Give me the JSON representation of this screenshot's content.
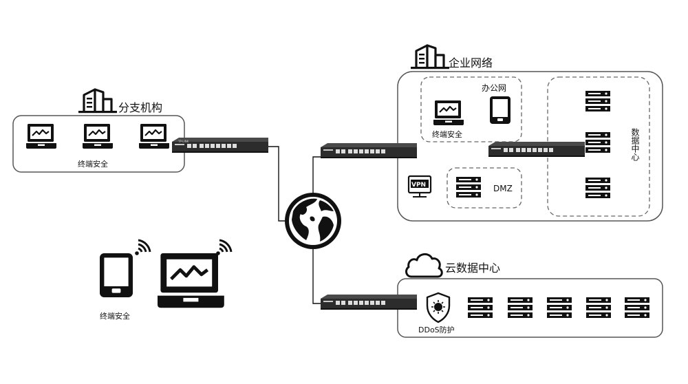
{
  "branch": {
    "title": "分支机构",
    "endpoint_label": "终端安全"
  },
  "enterprise": {
    "title": "企业网络",
    "office_label": "办公网",
    "endpoint_label": "终端安全",
    "vpn_label": "VPN",
    "dmz_label": "DMZ",
    "datacenter_label": "数据中心"
  },
  "cloud": {
    "title": "云数据中心",
    "ddos_label": "DDoS防护"
  },
  "mobile": {
    "endpoint_label": "终端安全"
  },
  "router": {
    "brand": "TP-LINK"
  },
  "icons": {
    "building": "building-icon",
    "laptop": "laptop-icon",
    "tablet": "tablet-icon",
    "server": "server-icon",
    "router": "router-icon",
    "globe": "globe-icon",
    "cloud": "cloud-icon",
    "shield": "shield-virus-icon",
    "wifi": "wifi-icon",
    "vpn": "vpn-icon"
  },
  "colors": {
    "stroke": "#111111",
    "panel_border": "#555555",
    "dashed_border": "#666666",
    "router_body": "#2c2c2c"
  }
}
